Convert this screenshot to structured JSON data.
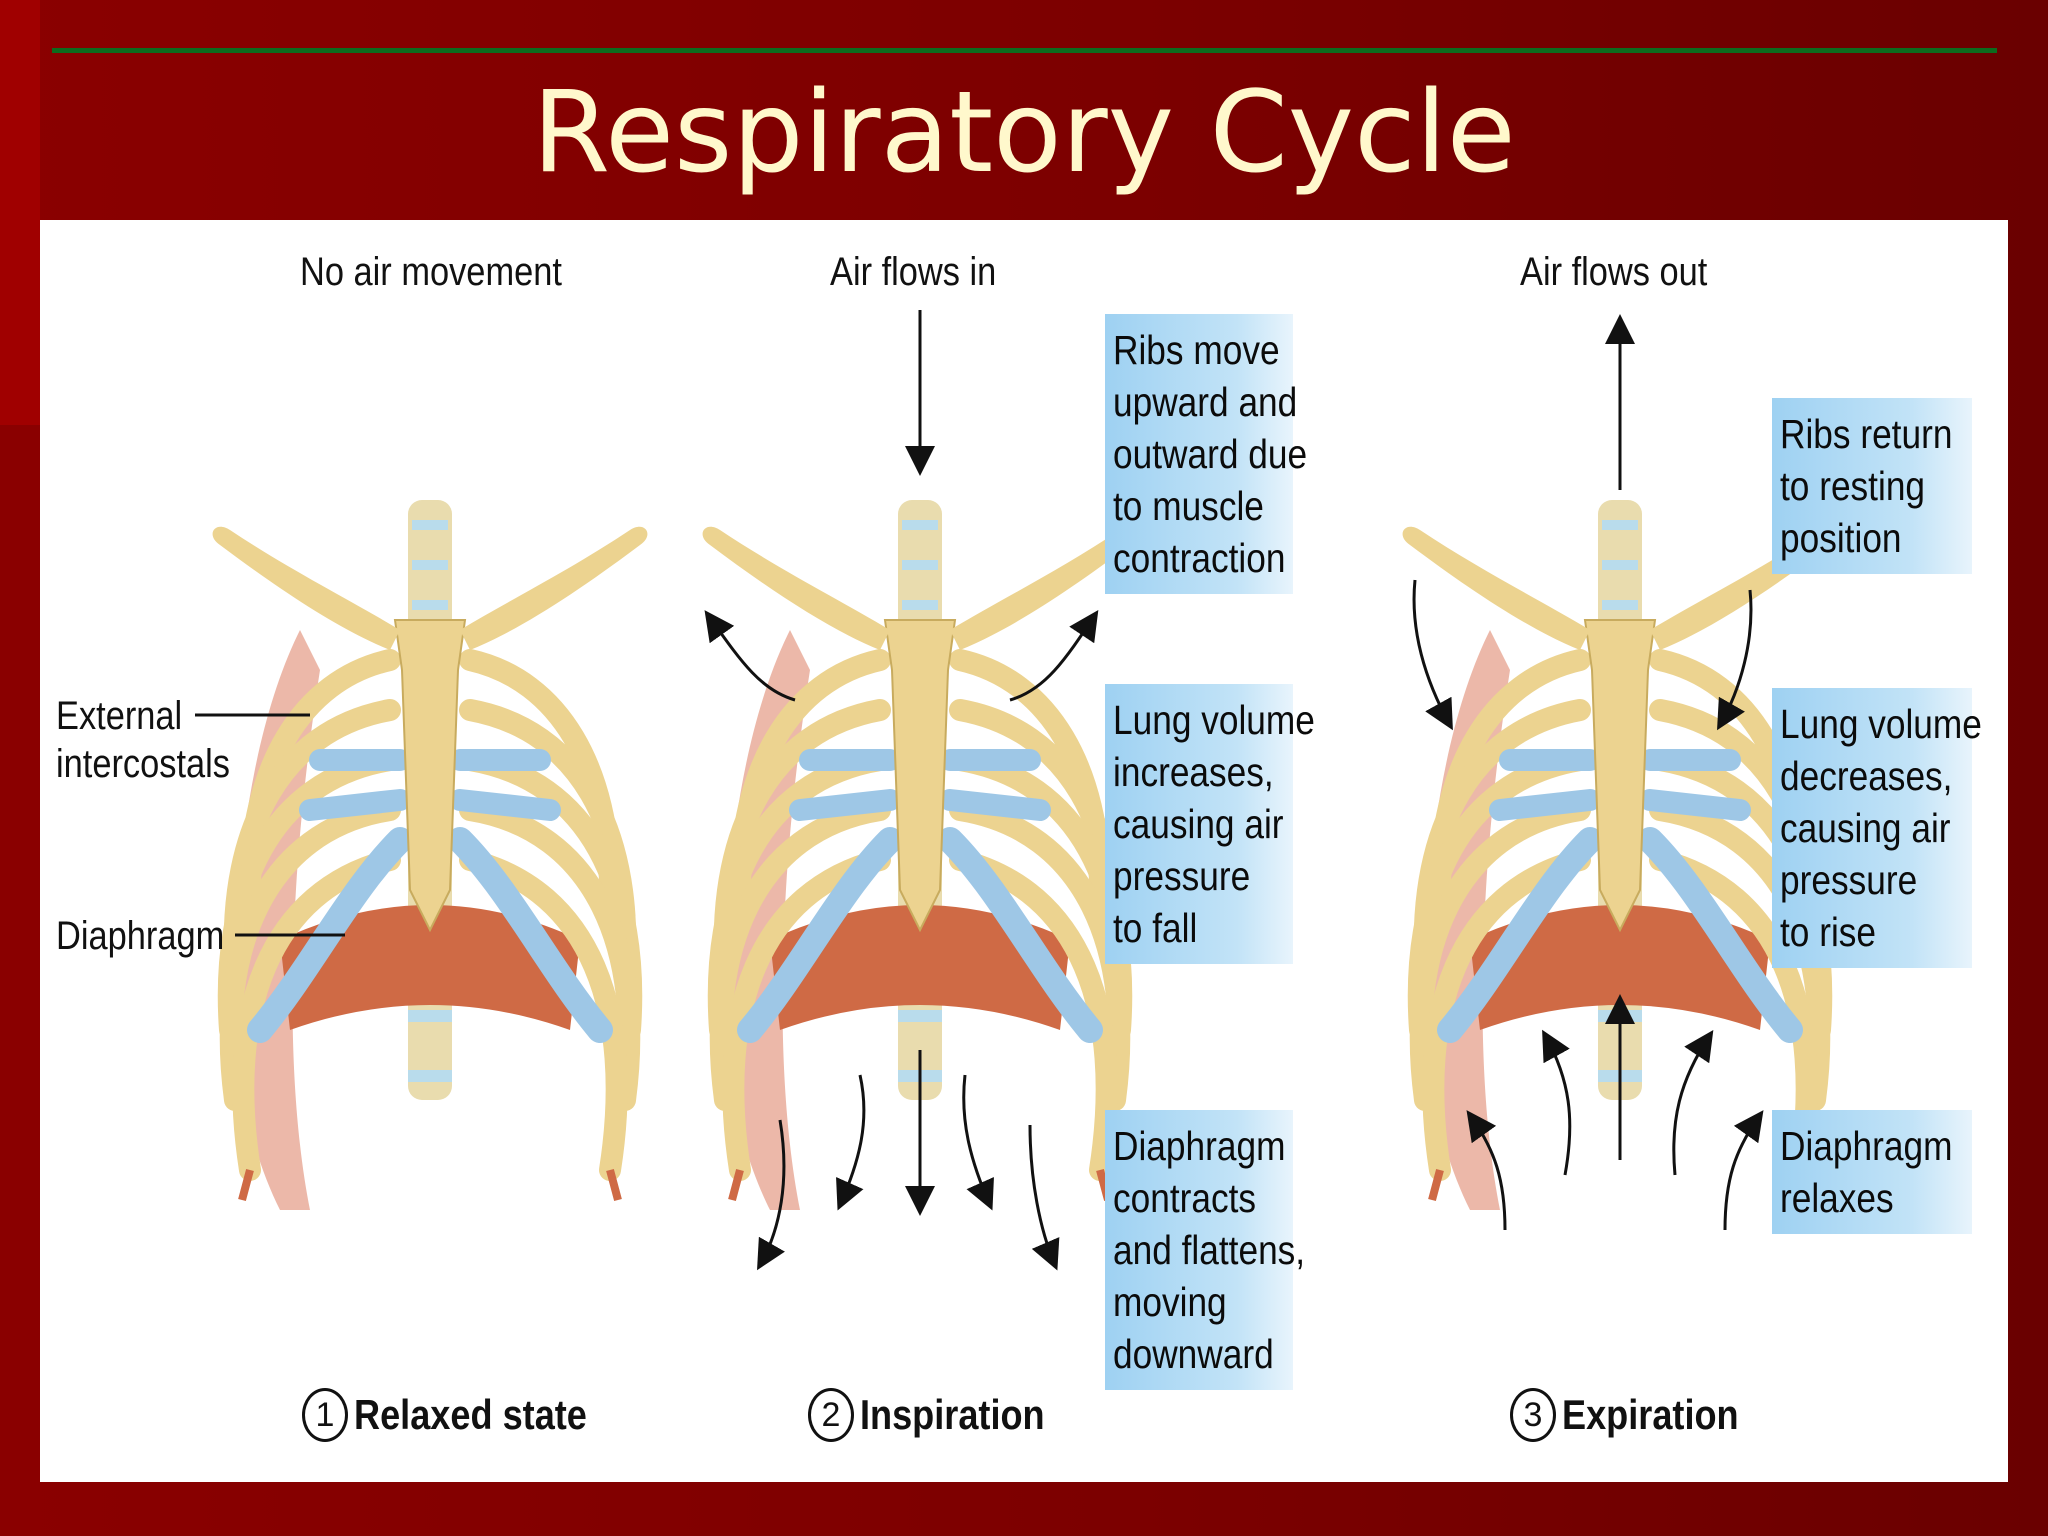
{
  "title": "Respiratory Cycle",
  "panels": [
    {
      "heading": "No air movement",
      "step_number": "1",
      "step_label": "Relaxed state",
      "labels": [
        "External",
        "intercostals",
        "Diaphragm"
      ]
    },
    {
      "heading": "Air flows in",
      "step_number": "2",
      "step_label": "Inspiration",
      "boxes": [
        [
          "Ribs move",
          "upward and",
          "outward due",
          "to muscle",
          "contraction"
        ],
        [
          "Lung volume",
          "increases,",
          "causing air",
          "pressure",
          "to fall"
        ],
        [
          "Diaphragm",
          "contracts",
          "and flattens,",
          "moving",
          "downward"
        ]
      ]
    },
    {
      "heading": "Air flows out",
      "step_number": "3",
      "step_label": "Expiration",
      "boxes": [
        [
          "Ribs return",
          "to resting",
          "position"
        ],
        [
          "Lung volume",
          "decreases,",
          "causing air",
          "pressure",
          "to rise"
        ],
        [
          "Diaphragm",
          "relaxes"
        ]
      ]
    }
  ],
  "colors": {
    "background": "#800000",
    "title": "#fff8cc",
    "rib": "#ecd390",
    "cartilage": "#9ec7e6",
    "muscle": "#cf6a45",
    "intercostal": "#eab0a0",
    "label_box": "#a6d5f2"
  }
}
